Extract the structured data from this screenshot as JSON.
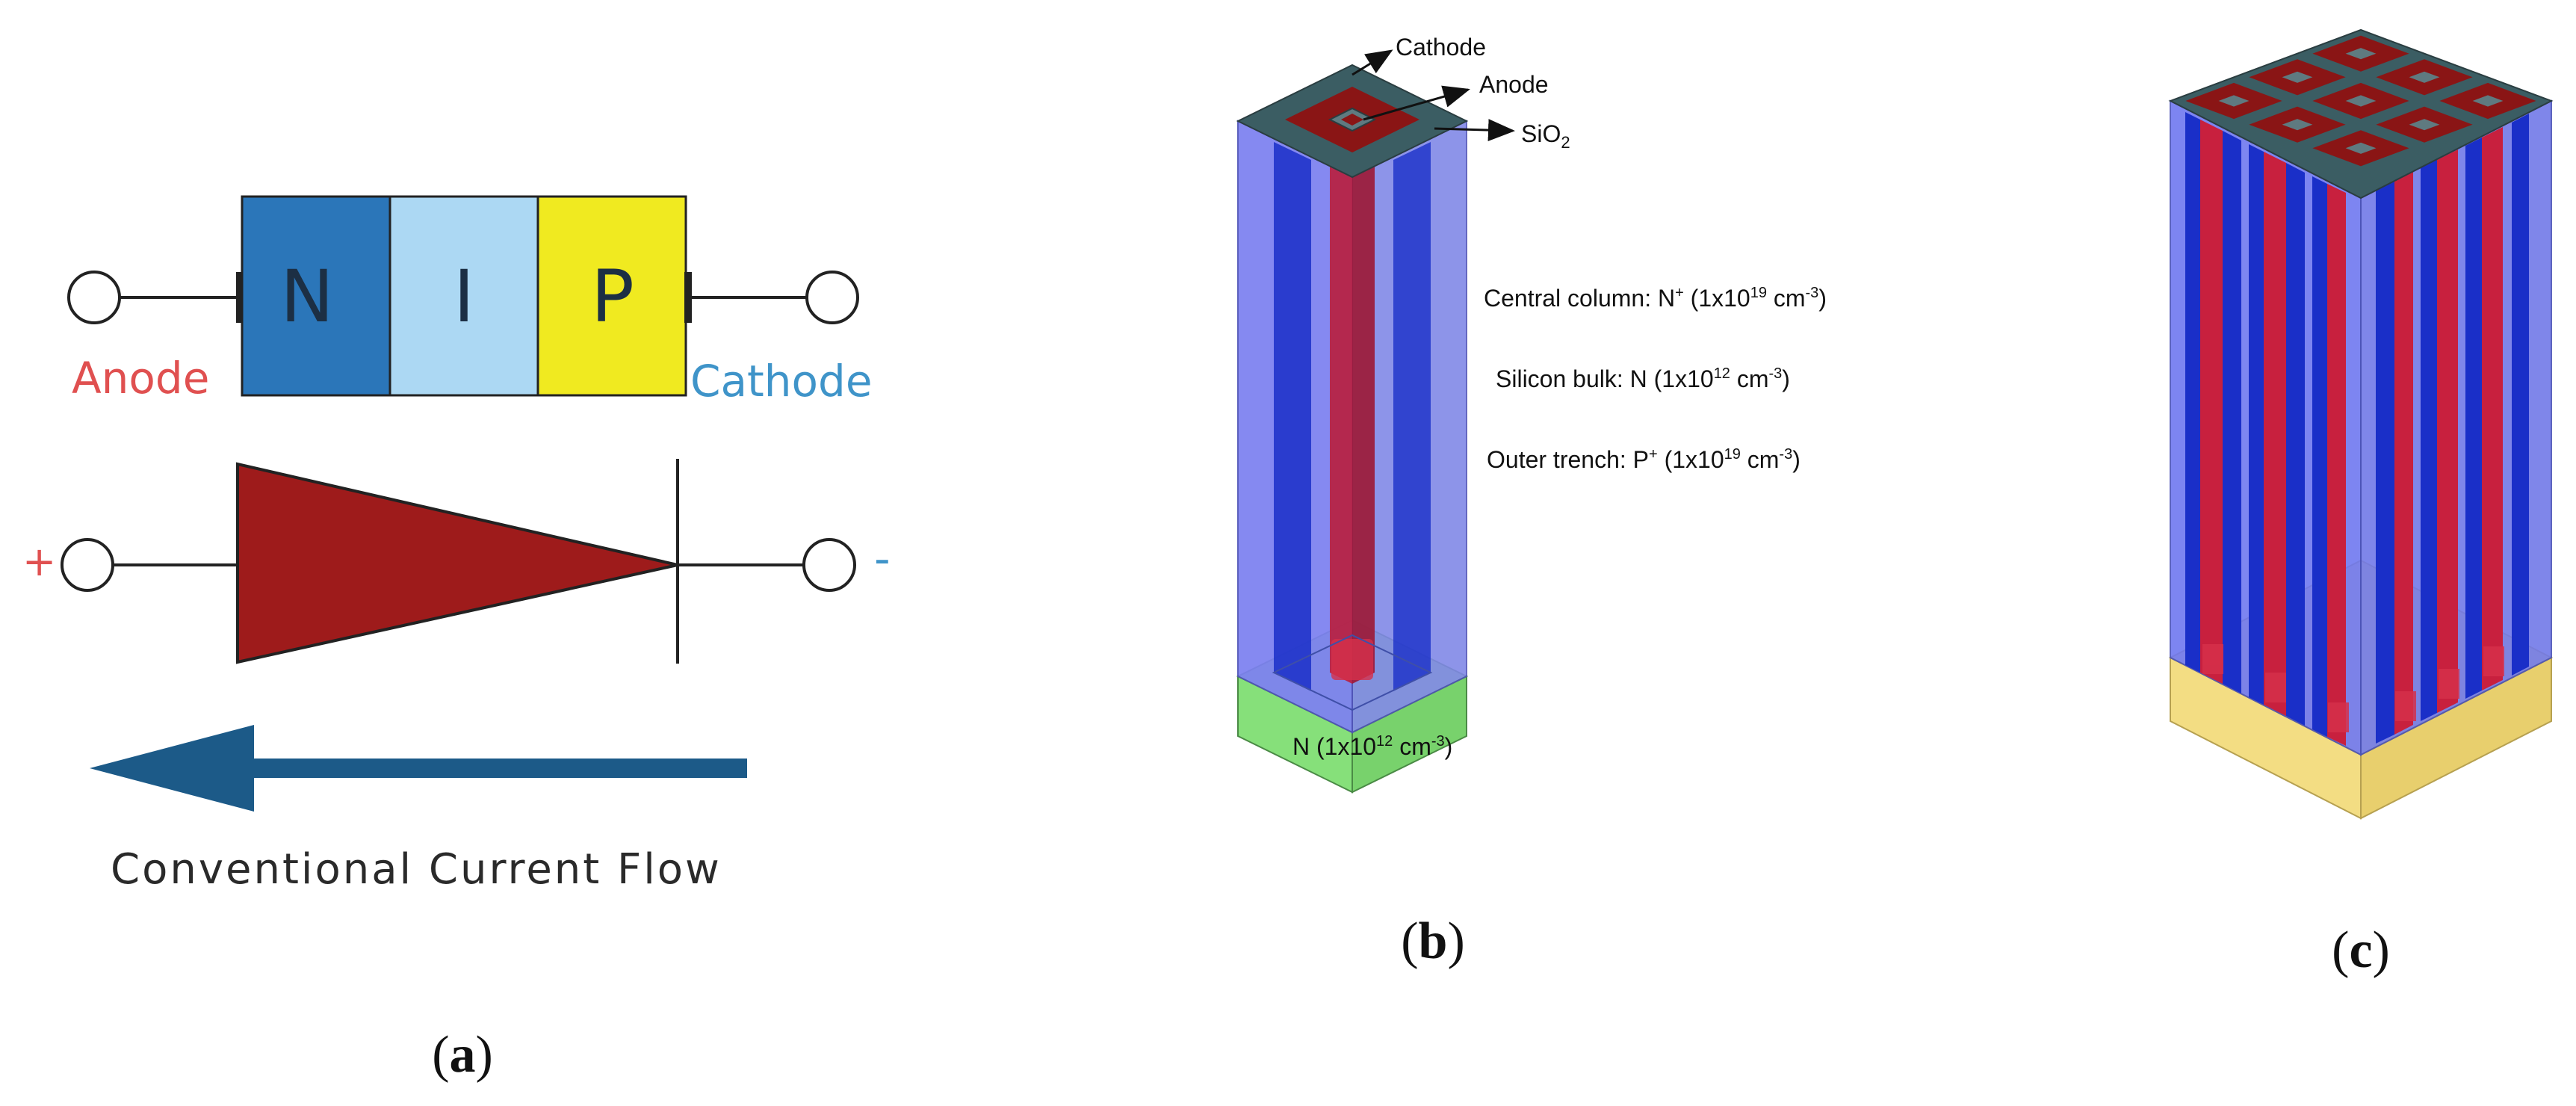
{
  "colors": {
    "n_region": "#2b76b9",
    "i_region": "#acd8f3",
    "p_region": "#f0ea20",
    "anode_text": "#e05050",
    "cathode_text": "#3f94c9",
    "triangle": "#9e1b1b",
    "arrow": "#1c5a88",
    "oxide_top": "#3b5d63",
    "anode_metal": "#8a1515",
    "bulk_blue": "#7b7ff0",
    "column_red": "#b82040",
    "base_green": "#86e07a",
    "base_yellow": "#f3dd83"
  },
  "panel_a": {
    "region_n": "N",
    "region_i": "I",
    "region_p": "P",
    "anode": "Anode",
    "cathode": "Cathode",
    "plus": "+",
    "minus": "-",
    "flow": "Conventional Current Flow",
    "caption_open": "(",
    "caption_letter": "a",
    "caption_close": ")"
  },
  "panel_b": {
    "cathode": "Cathode",
    "anode": "Anode",
    "sio_main": "SiO",
    "sio_sub": "2",
    "central_a": "Central column: N",
    "central_sup1": "+",
    "central_b": " (1x10",
    "central_sup2": "19",
    "central_c": " cm",
    "central_sup3": "-3",
    "central_d": ")",
    "bulk_a": "Silicon bulk: N (1x10",
    "bulk_sup1": "12",
    "bulk_b": " cm",
    "bulk_sup2": "-3",
    "bulk_c": ")",
    "outer_a": "Outer trench: P",
    "outer_sup1": "+",
    "outer_b": " (1x10",
    "outer_sup2": "19",
    "outer_c": " cm",
    "outer_sup3": "-3",
    "outer_d": ")",
    "base_a": "N (1x10",
    "base_sup1": "12",
    "base_b": " cm",
    "base_sup2": "-3",
    "base_c": ")",
    "caption_open": "(",
    "caption_letter": "b",
    "caption_close": ")"
  },
  "panel_c": {
    "caption_open": "(",
    "caption_letter": "c",
    "caption_close": ")"
  }
}
